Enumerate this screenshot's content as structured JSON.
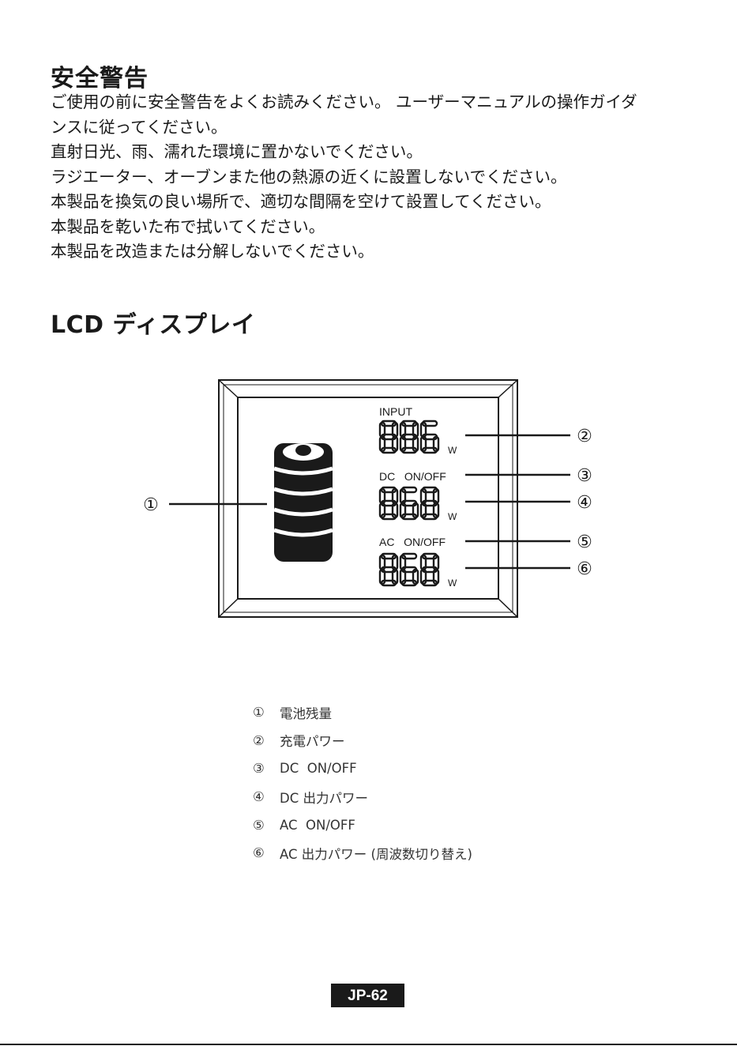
{
  "safety": {
    "title": "安全警告",
    "lines": [
      "ご使用の前に安全警告をよくお読みください。 ユーザーマニュアルの操作ガイダ",
      "ンスに従ってください。",
      "直射日光、雨、濡れた環境に置かないでください。",
      "ラジエーター、オーブンまた他の熱源の近くに設置しないでください。",
      "本製品を換気の良い場所で、適切な間隔を空けて設置してください。",
      "本製品を乾いた布で拭いてください。",
      "本製品を改造または分解しないでください。"
    ]
  },
  "lcd": {
    "title": "LCD ディスプレイ",
    "input_label": "INPUT",
    "input_digits": "886",
    "dc_label": "DC   ON/OFF",
    "dc_digits": "868",
    "ac_label": "AC   ON/OFF",
    "ac_digits": "868",
    "unit": "W",
    "callouts": [
      "①",
      "②",
      "③",
      "④",
      "⑤",
      "⑥"
    ]
  },
  "legend": [
    {
      "num": "①",
      "text": "電池残量"
    },
    {
      "num": "②",
      "text": "充電パワー"
    },
    {
      "num": "③",
      "text": "DC  ON/OFF"
    },
    {
      "num": "④",
      "text": "DC 出力パワー"
    },
    {
      "num": "⑤",
      "text": "AC  ON/OFF"
    },
    {
      "num": "⑥",
      "text": "AC 出力パワー (周波数切り替え)"
    }
  ],
  "footer": {
    "page": "JP-62"
  }
}
